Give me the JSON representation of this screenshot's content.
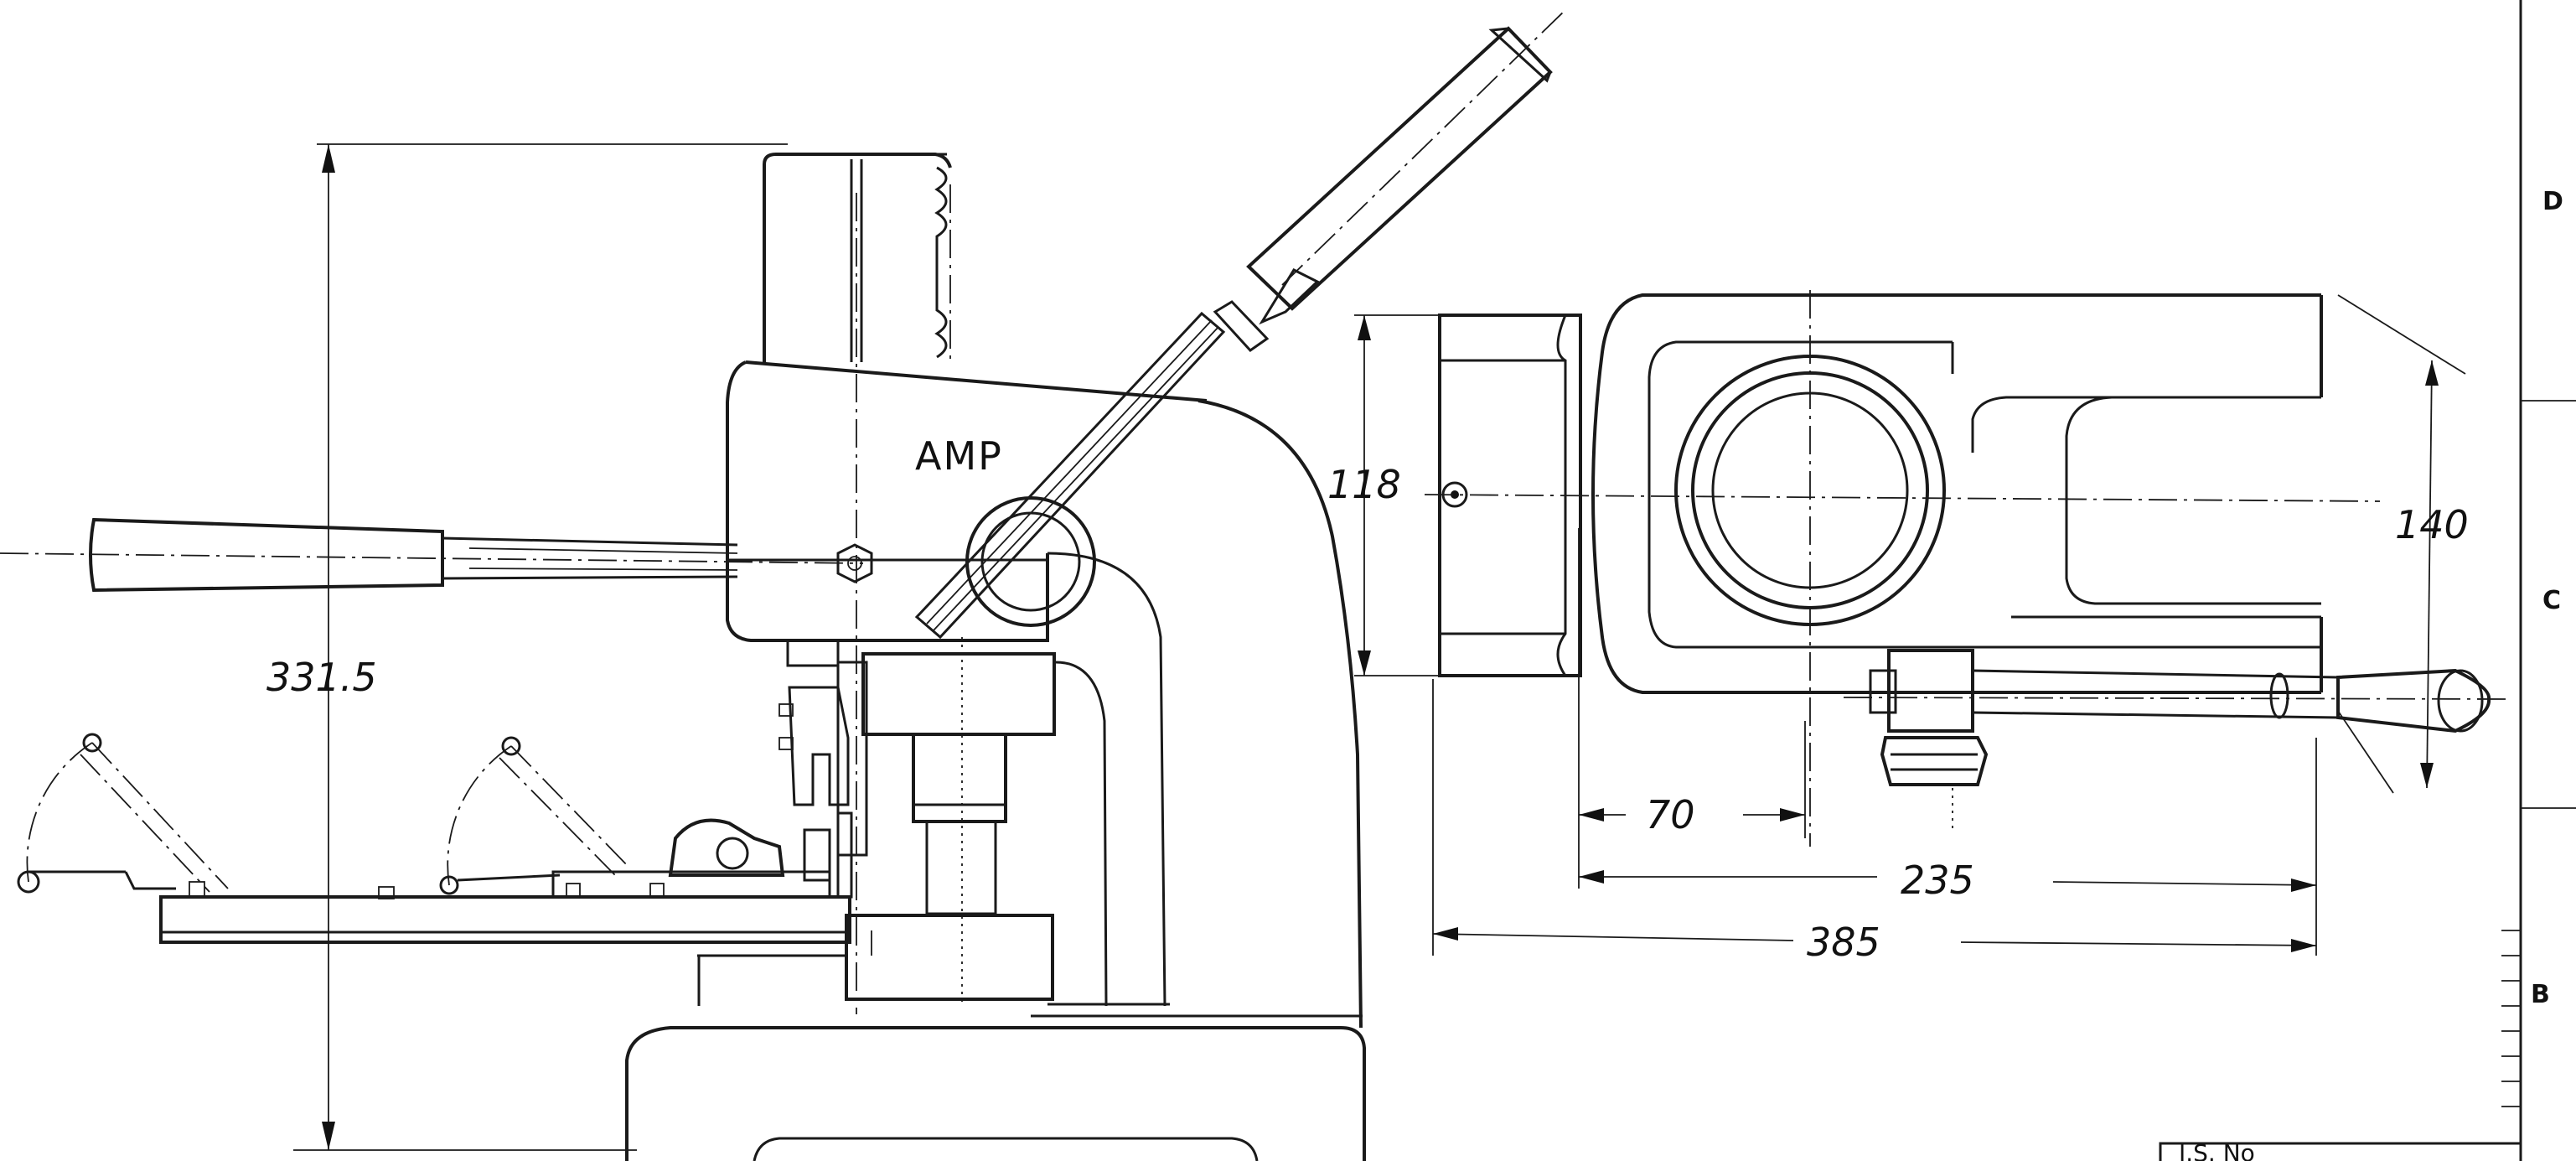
{
  "drawing": {
    "brand_logo": "AMP",
    "dimensions": {
      "overall_height": "331.5",
      "depth_left": "118",
      "depth_right": "140",
      "offset": "70",
      "width_inner": "235",
      "width_overall": "385"
    },
    "zones": [
      "D",
      "C",
      "B"
    ],
    "title_block": "I.S. No"
  }
}
